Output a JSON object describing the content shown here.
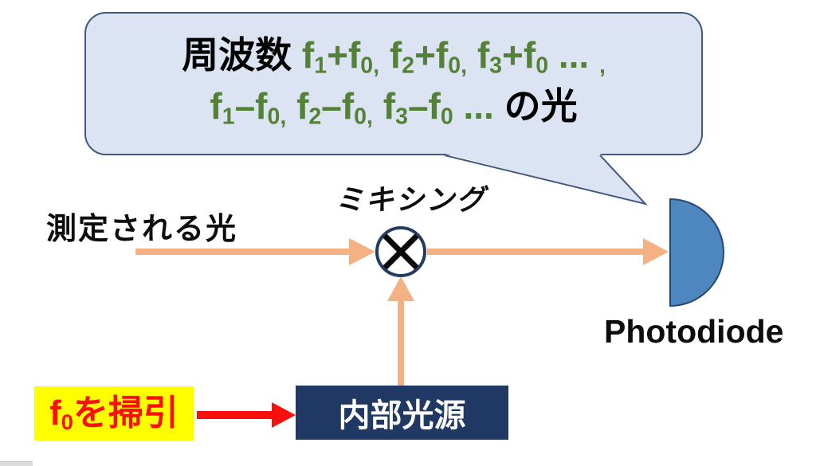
{
  "colors": {
    "text_black": "#000000",
    "formula_green": "#538135",
    "bubble_fill": "#dce4f3",
    "bubble_border": "#41597f",
    "arrow_orange": "#f4b183",
    "mixer_border": "#243c5e",
    "mixer_x": "#0a0a0a",
    "photodiode_fill": "#4e86c0",
    "photodiode_border": "#26476e",
    "source_box_bg": "#1f3864",
    "source_box_text": "#ffffff",
    "sweep_bg": "#ffff00",
    "sweep_text": "#fb0f0c",
    "red_arrow": "#fb0f0c"
  },
  "bubble": {
    "line1_segments": [
      {
        "text": "周波数 ",
        "color": "text_black"
      },
      {
        "text": "f",
        "sub": "1",
        "color": "formula_green"
      },
      {
        "text": "+",
        "color": "formula_green"
      },
      {
        "text": "f",
        "sub": "0,",
        "color": "formula_green"
      },
      {
        "text": " ",
        "color": "formula_green"
      },
      {
        "text": "f",
        "sub": "2",
        "color": "formula_green"
      },
      {
        "text": "+",
        "color": "formula_green"
      },
      {
        "text": "f",
        "sub": "0,",
        "color": "formula_green"
      },
      {
        "text": " ",
        "color": "formula_green"
      },
      {
        "text": "f",
        "sub": "3",
        "color": "formula_green"
      },
      {
        "text": "+",
        "color": "formula_green"
      },
      {
        "text": "f",
        "sub": "0",
        "color": "formula_green"
      },
      {
        "text": " ... ",
        "color": "formula_green"
      },
      {
        "text": "",
        "sub": ",",
        "color": "formula_green"
      }
    ],
    "line2_segments": [
      {
        "text": "f",
        "sub": "1",
        "color": "formula_green"
      },
      {
        "text": "–",
        "color": "formula_green"
      },
      {
        "text": "f",
        "sub": "0,",
        "color": "formula_green"
      },
      {
        "text": " ",
        "color": "formula_green"
      },
      {
        "text": "f",
        "sub": "2",
        "color": "formula_green"
      },
      {
        "text": "–",
        "color": "formula_green"
      },
      {
        "text": "f",
        "sub": "0,",
        "color": "formula_green"
      },
      {
        "text": " ",
        "color": "formula_green"
      },
      {
        "text": "f",
        "sub": "3",
        "color": "formula_green"
      },
      {
        "text": "–",
        "color": "formula_green"
      },
      {
        "text": "f",
        "sub": "0",
        "color": "formula_green"
      },
      {
        "text": " ... ",
        "color": "formula_green"
      },
      {
        "text": "の光",
        "color": "text_black"
      }
    ]
  },
  "labels": {
    "measured_light": "測定される光",
    "mixing": "ミキシング",
    "photodiode": "Photodiode",
    "internal_source": "内部光源"
  },
  "sweep": {
    "segments": [
      {
        "text": "f",
        "sub": "0",
        "color": "sweep_text"
      },
      {
        "text": "を掃引",
        "color": "sweep_text"
      }
    ]
  }
}
